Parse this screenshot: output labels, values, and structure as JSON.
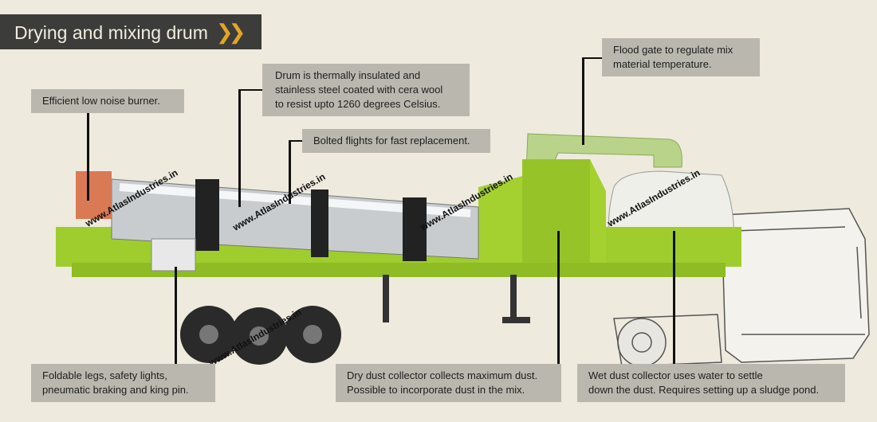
{
  "title": "Drying and mixing drum",
  "title_icon": "double-chevron-right-icon",
  "accent_color": "#e2a528",
  "callouts": {
    "burner": "Efficient low noise burner.",
    "drum_line1": "Drum is thermally insulated and",
    "drum_line2": "stainless steel coated with cera wool",
    "drum_line3": "to resist upto 1260 degrees Celsius.",
    "flights": "Bolted flights for fast replacement.",
    "flood_line1": "Flood gate to regulate mix",
    "flood_line2": "material temperature.",
    "legs_line1": "Foldable legs, safety lights,",
    "legs_line2": "pneumatic braking and king pin.",
    "dry_line1": "Dry dust collector collects maximum dust.",
    "dry_line2": "Possible to incorporate dust in the mix.",
    "wet_line1": "Wet dust collector uses water to settle",
    "wet_line2": "down the dust. Requires setting up a sludge pond."
  },
  "watermark": "www.AtlasIndustries.in"
}
